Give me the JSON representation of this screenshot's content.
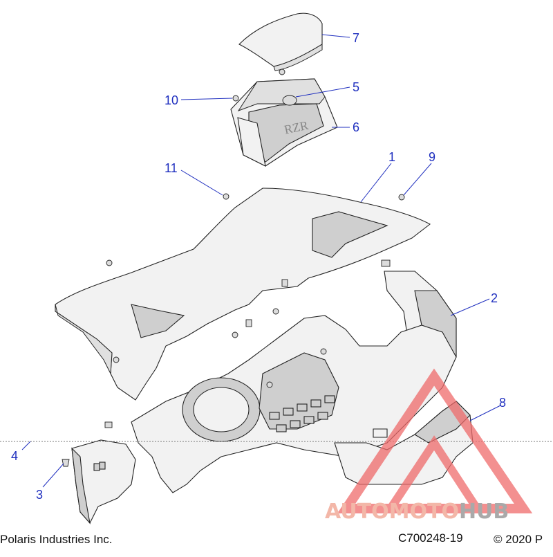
{
  "callouts": [
    {
      "num": "1"
    },
    {
      "num": "2"
    },
    {
      "num": "3"
    },
    {
      "num": "4"
    },
    {
      "num": "5"
    },
    {
      "num": "6"
    },
    {
      "num": "7"
    },
    {
      "num": "8"
    },
    {
      "num": "9"
    },
    {
      "num": "10"
    },
    {
      "num": "11"
    }
  ],
  "footer": {
    "left": "Polaris Industries Inc.",
    "code": "C700248-19",
    "copyright": "© 2020 P"
  },
  "watermark": {
    "part1": "AUTOMOTO",
    "part2": "HUB",
    "color1": "#f3b7a8",
    "color2": "#a9a9a9",
    "triangle_color": "#ef6b6b"
  },
  "colors": {
    "callout": "#1f2fbf",
    "line_art": "#222222"
  }
}
